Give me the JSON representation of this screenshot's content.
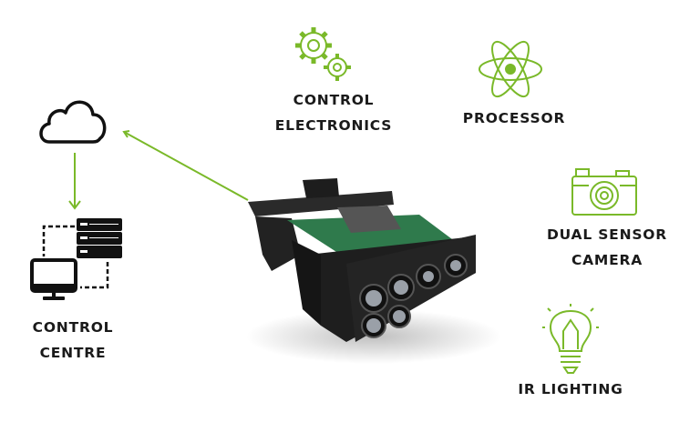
{
  "colors": {
    "accent": "#7ab929",
    "icon_dark": "#111111"
  },
  "labels": {
    "control_centre": [
      "CONTROL",
      "CENTRE"
    ],
    "control_electronics": [
      "CONTROL",
      "ELECTRONICS"
    ],
    "processor": "PROCESSOR",
    "dual_sensor_camera": [
      "DUAL SENSOR",
      "CAMERA"
    ],
    "ir_lighting": "IR LIGHTING"
  },
  "icons": [
    "cloud-icon",
    "server-network-icon",
    "gears-icon",
    "atom-icon",
    "camera-icon",
    "lightbulb-icon"
  ]
}
